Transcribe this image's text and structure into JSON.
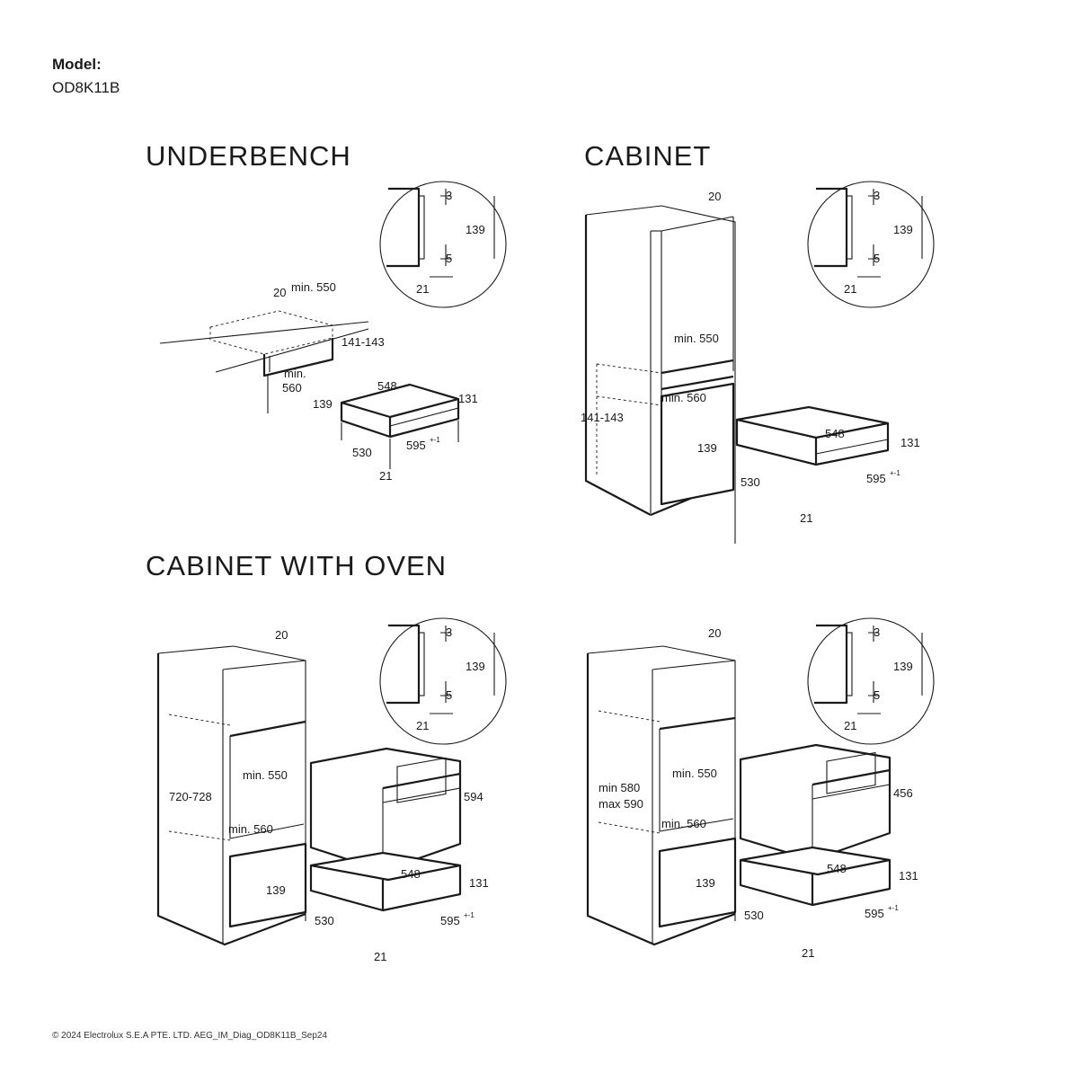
{
  "header": {
    "model_label": "Model:",
    "model_value": "OD8K11B"
  },
  "sections": {
    "underbench": "UNDERBENCH",
    "cabinet": "CABINET",
    "cabinet_with_oven": "CABINET WITH OVEN"
  },
  "detail": {
    "d3": "3",
    "d139": "139",
    "d5": "5",
    "d21": "21"
  },
  "underbench": {
    "d20": "20",
    "min550": "min. 550",
    "h141": "141-143",
    "min": "min.",
    "w560": "560",
    "w548": "548",
    "h131": "131",
    "h139": "139",
    "d530": "530",
    "w595": "595",
    "tol": "+-1",
    "d21": "21"
  },
  "cabinet": {
    "d20": "20",
    "min550": "min. 550",
    "min560": "min. 560",
    "h141": "141-143",
    "w548": "548",
    "h131": "131",
    "h139": "139",
    "d530": "530",
    "w595": "595",
    "tol": "+-1",
    "d21": "21"
  },
  "oven_a": {
    "d20": "20",
    "h720": "720-728",
    "min550": "min. 550",
    "min560": "min. 560",
    "h594": "594",
    "w548": "548",
    "h131": "131",
    "h139": "139",
    "d530": "530",
    "w595": "595",
    "tol": "+-1",
    "d21": "21"
  },
  "oven_b": {
    "d20": "20",
    "min580": "min 580",
    "max590": "max 590",
    "min550": "min. 550",
    "min560": "min. 560",
    "h456": "456",
    "w548": "548",
    "h131": "131",
    "h139": "139",
    "d530": "530",
    "w595": "595",
    "tol": "+-1",
    "d21": "21"
  },
  "footer": {
    "copyright": "© 2024 Electrolux S.E.A PTE. LTD. AEG_IM_Diag_OD8K11B_Sep24"
  }
}
